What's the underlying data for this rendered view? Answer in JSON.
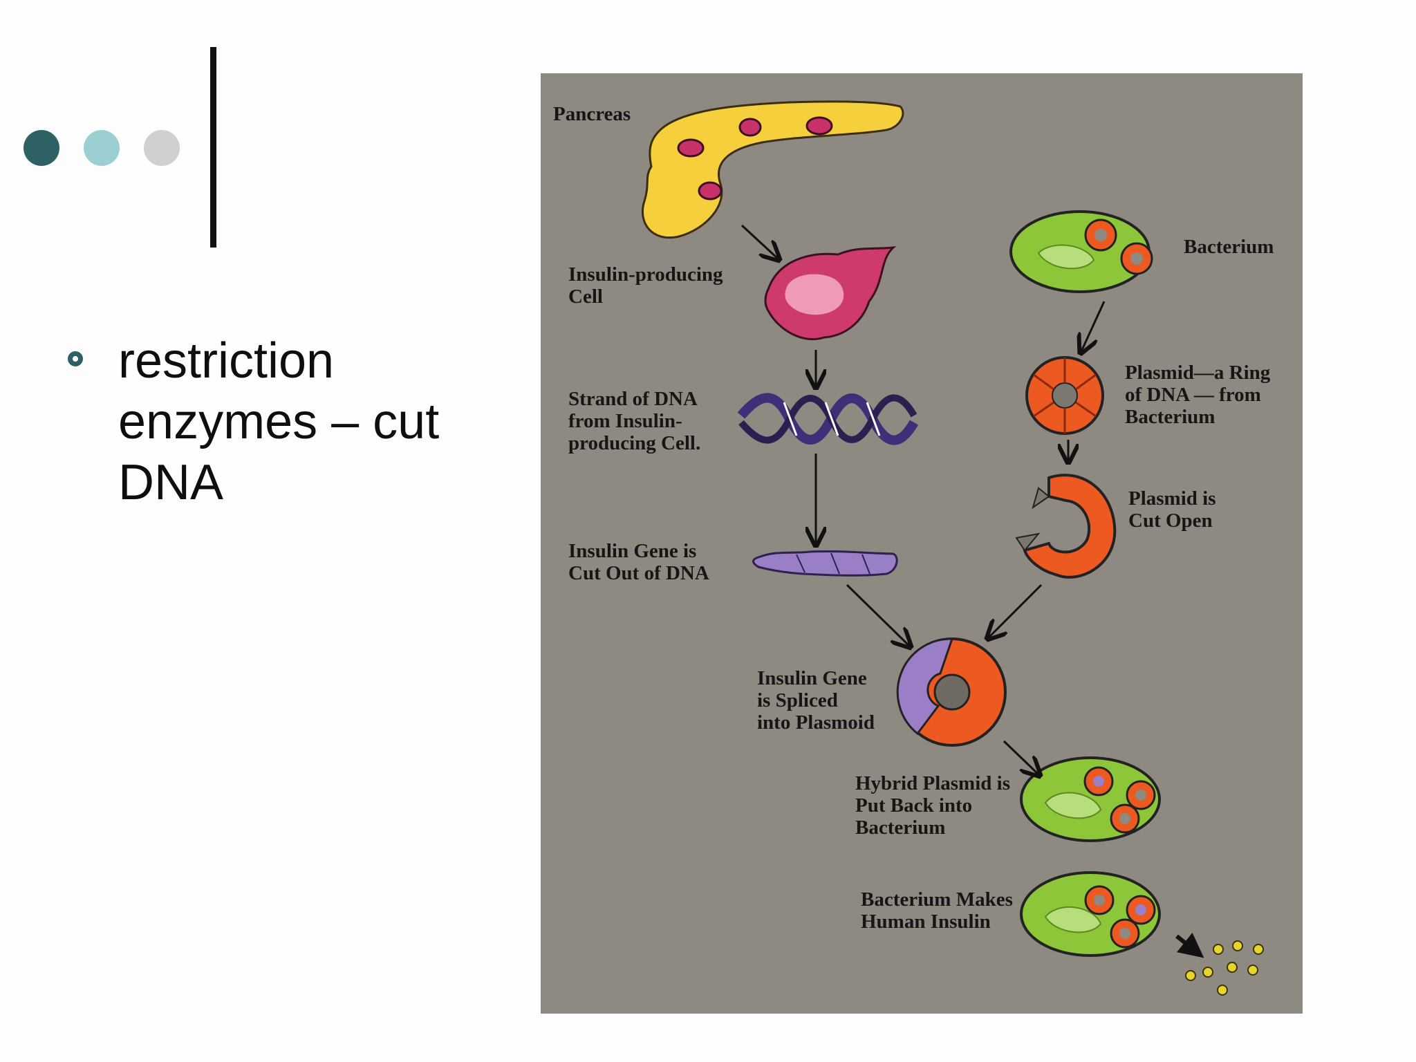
{
  "slide": {
    "bullet_text": "restriction enzymes – cut DNA",
    "decor_colors": [
      "#2e6163",
      "#9ccfd2",
      "#d0d0d2"
    ]
  },
  "diagram": {
    "labels": {
      "pancreas": [
        "Pancreas"
      ],
      "insulin_cell": [
        "Insulin-producing",
        "Cell"
      ],
      "dna_strand": [
        "Strand of DNA",
        "from Insulin-",
        "producing Cell."
      ],
      "gene_cut": [
        "Insulin Gene is",
        "Cut Out of DNA"
      ],
      "bacterium": [
        "Bacterium"
      ],
      "plasmid": [
        "Plasmid—a Ring",
        "of DNA — from",
        "Bacterium"
      ],
      "plasmid_cut": [
        "Plasmid is",
        "Cut Open"
      ],
      "spliced": [
        "Insulin Gene",
        "is Spliced",
        "into Plasmoid"
      ],
      "hybrid": [
        "Hybrid Plasmid is",
        "Put Back into",
        "Bacterium"
      ],
      "makes_insulin": [
        "Bacterium Makes",
        "Human Insulin"
      ]
    },
    "colors": {
      "background": "#8e8981",
      "pancreas": "#f5cf3c",
      "cell": "#cf3a6c",
      "dna": "#3e2f78",
      "gene": "#9a7fc6",
      "plasmid": "#ec5a22",
      "bacterium": "#8ec63a",
      "insulin": "#e8d52c"
    }
  }
}
